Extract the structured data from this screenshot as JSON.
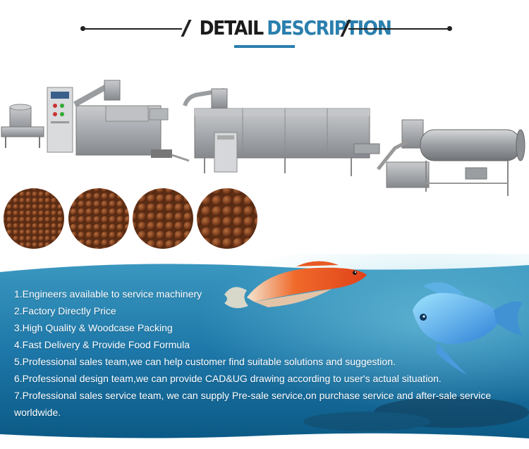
{
  "header": {
    "title_part1": "DETAIL",
    "title_part2": "DESCRIPTION",
    "accent_color": "#2a7fae"
  },
  "features": [
    "1.Engineers available to service machinery",
    "2.Factory Directly Price",
    "3.High Quality & Woodcase Packing",
    "4.Fast Delivery & Provide Food Formula",
    "5.Professional sales team,we can help customer find suitable solutions and suggestion.",
    "6.Professional design team,we can provide CAD&UG drawing according to user's actual situation.",
    "7.Professional sales service team, we can supply Pre-sale service,on purchase service and after-sale service worldwide."
  ],
  "colors": {
    "banner_top": "#2f8fb8",
    "banner_bottom": "#0d5f8c",
    "pellet": "#8a4a26"
  }
}
